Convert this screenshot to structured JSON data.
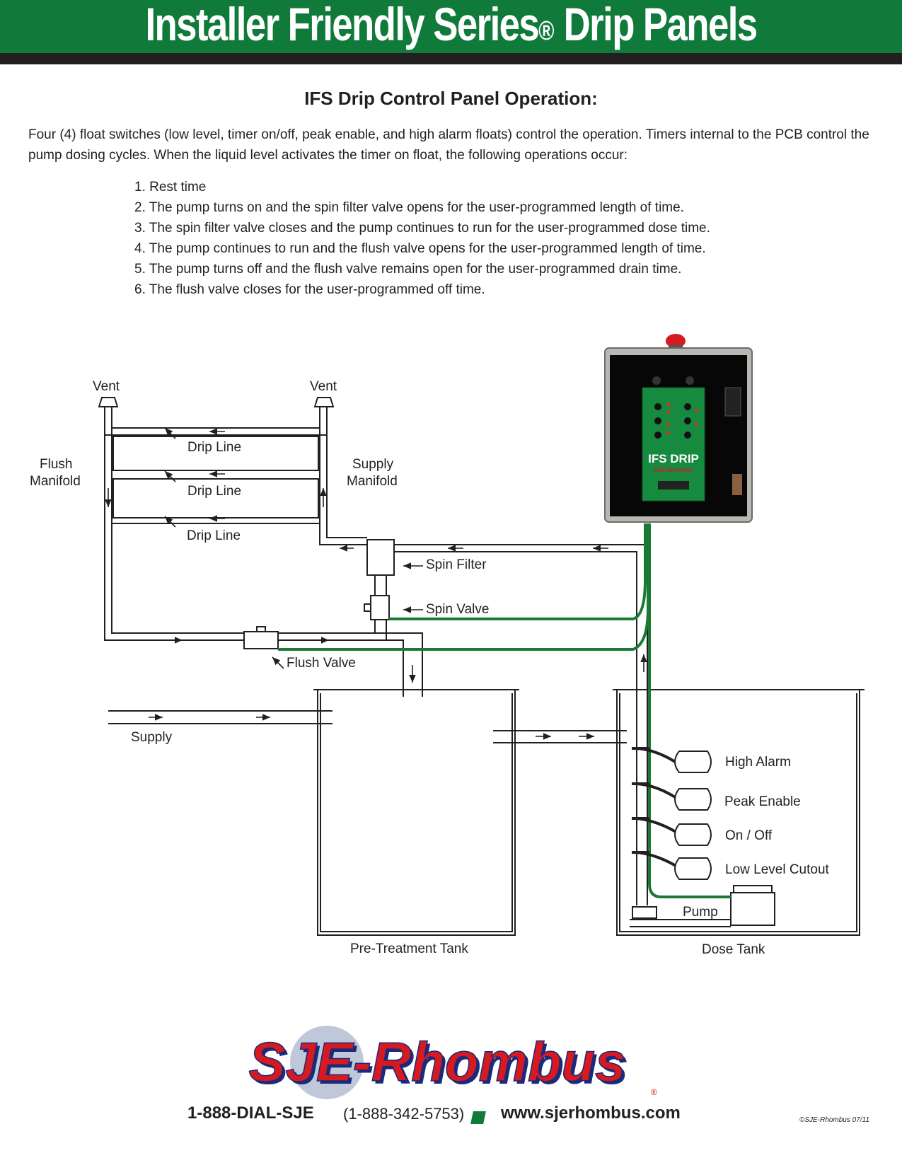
{
  "header": {
    "title": "Installer Friendly Series",
    "reg_mark": "®",
    "title_end": " Drip Panels"
  },
  "section": {
    "title": "IFS Drip Control Panel Operation:"
  },
  "intro": "Four (4) float switches (low level, timer on/off, peak enable, and high alarm floats) control the operation.  Timers internal to the PCB control the pump dosing cycles.  When the liquid level activates the timer on float, the following operations occur:",
  "steps": [
    "1.  Rest time",
    "2.  The pump turns on and the spin filter valve opens for the user-programmed length of time.",
    "3.  The spin filter valve closes and the pump continues to run for the user-programmed dose time.",
    "4.  The pump continues to run and the flush valve opens for the user-programmed length of time.",
    "5.  The pump turns off and the flush valve remains open for the user-programmed drain time.",
    "6.  The flush valve closes for the user-programmed off time."
  ],
  "diagram": {
    "vent_left": "Vent",
    "vent_right": "Vent",
    "flush_manifold_1": "Flush",
    "flush_manifold_2": "Manifold",
    "supply_manifold_1": "Supply",
    "supply_manifold_2": "Manifold",
    "drip_line_1": "Drip Line",
    "drip_line_2": "Drip Line",
    "drip_line_3": "Drip Line",
    "spin_filter": "Spin Filter",
    "spin_valve": "Spin Valve",
    "flush_valve": "Flush Valve",
    "supply": "Supply",
    "pre_treatment_tank": "Pre-Treatment Tank",
    "dose_tank": "Dose Tank",
    "high_alarm": "High Alarm",
    "peak_enable": "Peak Enable",
    "on_off": "On / Off",
    "low_level_cutout": "Low Level Cutout",
    "pump": "Pump",
    "panel_brand": "IFS DRIP",
    "panel_maker": "SJE-Rhombus"
  },
  "footer": {
    "logo_text": "SJE-Rhombus",
    "logo_reg": "®",
    "phone": "1-888-DIAL-SJE",
    "phone_alt": "(1-888-342-5753)",
    "website": "www.sjerhombus.com",
    "copyright": "©SJE-Rhombus  07/11"
  },
  "colors": {
    "brand_green": "#0f7a3a",
    "wire_green": "#1a7a35",
    "logo_red": "#d71920",
    "logo_blue": "#1b2a7a"
  }
}
